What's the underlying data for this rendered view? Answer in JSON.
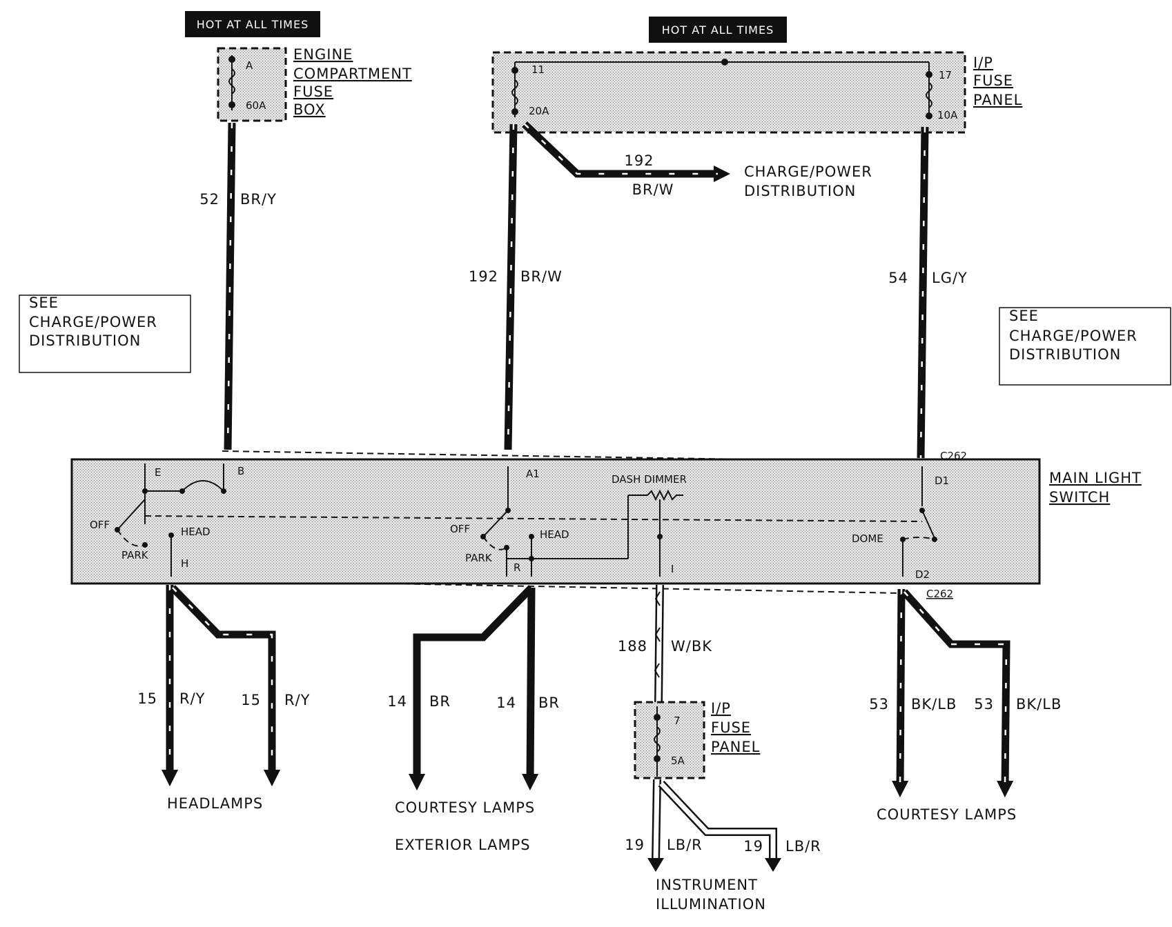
{
  "hot_labels": {
    "left": "HOT AT ALL TIMES",
    "right": "HOT AT ALL TIMES"
  },
  "engine_fuse_box": {
    "title_lines": [
      "ENGINE",
      "COMPARTMENT",
      "FUSE",
      "BOX"
    ],
    "terminal": "A",
    "rating": "60A"
  },
  "ip_fuse_panel_top": {
    "title_lines": [
      "I/P",
      "FUSE",
      "PANEL"
    ],
    "fuse_a_num": "11",
    "fuse_a_rating": "20A",
    "fuse_b_num": "17",
    "fuse_b_rating": "10A"
  },
  "see_boxes": {
    "left": [
      "SEE",
      "CHARGE/POWER",
      "DISTRIBUTION"
    ],
    "right": [
      "SEE",
      "CHARGE/POWER",
      "DISTRIBUTION"
    ]
  },
  "top_wires": {
    "w52": {
      "num": "52",
      "color": "BR/Y"
    },
    "w192": {
      "num": "192",
      "color": "BR/W"
    },
    "w192_branch": {
      "num": "192",
      "color": "BR/W"
    },
    "w54": {
      "num": "54",
      "color": "LG/Y"
    }
  },
  "branch_destination": [
    "CHARGE/POWER",
    "DISTRIBUTION"
  ],
  "connector": {
    "top": "C262",
    "bottom": "C262"
  },
  "main_light_switch": {
    "title_lines": [
      "MAIN LIGHT",
      "SWITCH"
    ],
    "pins": {
      "e": "E",
      "b": "B",
      "h": "H",
      "a1": "A1",
      "r": "R",
      "i": "I",
      "d1": "D1",
      "d2": "D2"
    },
    "left_switch": {
      "off": "OFF",
      "park": "PARK",
      "head": "HEAD"
    },
    "mid_switch": {
      "off": "OFF",
      "park": "PARK",
      "head": "HEAD"
    },
    "dimmer": "DASH DIMMER",
    "dome": "DOME"
  },
  "bottom_wires": {
    "w15a": {
      "num": "15",
      "color": "R/Y"
    },
    "w15b": {
      "num": "15",
      "color": "R/Y"
    },
    "w14a": {
      "num": "14",
      "color": "BR"
    },
    "w14b": {
      "num": "14",
      "color": "BR"
    },
    "w188": {
      "num": "188",
      "color": "W/BK"
    },
    "w19a": {
      "num": "19",
      "color": "LB/R"
    },
    "w19b": {
      "num": "19",
      "color": "LB/R"
    },
    "w53a": {
      "num": "53",
      "color": "BK/LB"
    },
    "w53b": {
      "num": "53",
      "color": "BK/LB"
    }
  },
  "ip_fuse_panel_bottom": {
    "title_lines": [
      "I/P",
      "FUSE",
      "PANEL"
    ],
    "fuse_num": "7",
    "fuse_rating": "5A"
  },
  "destinations": {
    "headlamps": "HEADLAMPS",
    "courtesy_left": "COURTESY LAMPS",
    "exterior": "EXTERIOR LAMPS",
    "instrument": [
      "INSTRUMENT",
      "ILLUMINATION"
    ],
    "courtesy_right": "COURTESY LAMPS"
  }
}
